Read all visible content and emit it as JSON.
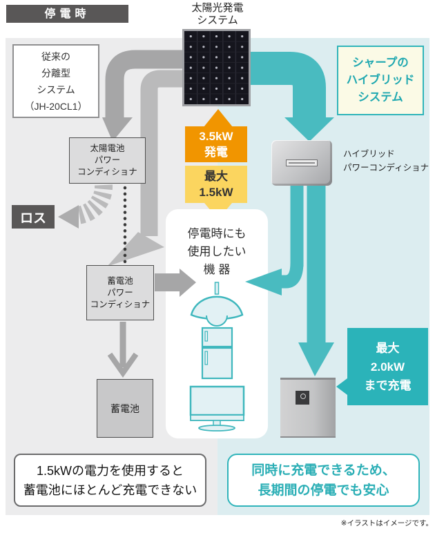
{
  "header": {
    "title": "停電時"
  },
  "solar": {
    "label": [
      "太陽光発電",
      "システム"
    ]
  },
  "legacy": {
    "system_box": {
      "lines": [
        "従来の",
        "分離型",
        "システム",
        "（JH-20CL1）"
      ]
    },
    "pv_conditioner": {
      "lines": [
        "太陽電池",
        "パワー",
        "コンディショナ"
      ]
    },
    "loss": "ロス",
    "storage_conditioner": {
      "lines": [
        "蓄電池",
        "パワー",
        "コンディショナ"
      ]
    },
    "storage_battery": "蓄電池",
    "caption": {
      "lines": [
        "1.5kWの電力を使用すると",
        "蓄電池にほとんど充電できない"
      ]
    }
  },
  "center": {
    "generation": {
      "lines": [
        "3.5kW",
        "発電"
      ]
    },
    "max_use": {
      "lines": [
        "最大",
        "1.5kW"
      ]
    },
    "appliances": {
      "title_lines": [
        "停電時にも",
        "使用したい",
        "機 器"
      ],
      "icons": [
        "pendant-lamp-icon",
        "refrigerator-icon",
        "tv-icon"
      ]
    }
  },
  "hybrid": {
    "system_box": {
      "lines": [
        "シャープの",
        "ハイブリッド",
        "システム"
      ]
    },
    "conditioner_label": {
      "lines": [
        "ハイブリッド",
        "パワーコンディショナ"
      ]
    },
    "charge": {
      "lines": [
        "最大",
        "2.0kW",
        "まで充電"
      ]
    },
    "caption": {
      "lines": [
        "同時に充電できるため、",
        "長期間の停電でも安心"
      ]
    }
  },
  "footnote": "※イラストはイメージです。",
  "colors": {
    "teal_arrow": "#49BBC0",
    "teal_badge": "#2BB3B9",
    "teal_border": "#2FB4BA",
    "orange": "#F19500",
    "yellow": "#FBD55F",
    "dark_gray": "#595757",
    "arrow_gray": "#A6A6A7",
    "arrow_gray_light": "#BABABB",
    "panel_left_bg": "#ECECED",
    "panel_right_bg": "#DCEDF0",
    "cream_bg": "#FBFAE6"
  }
}
